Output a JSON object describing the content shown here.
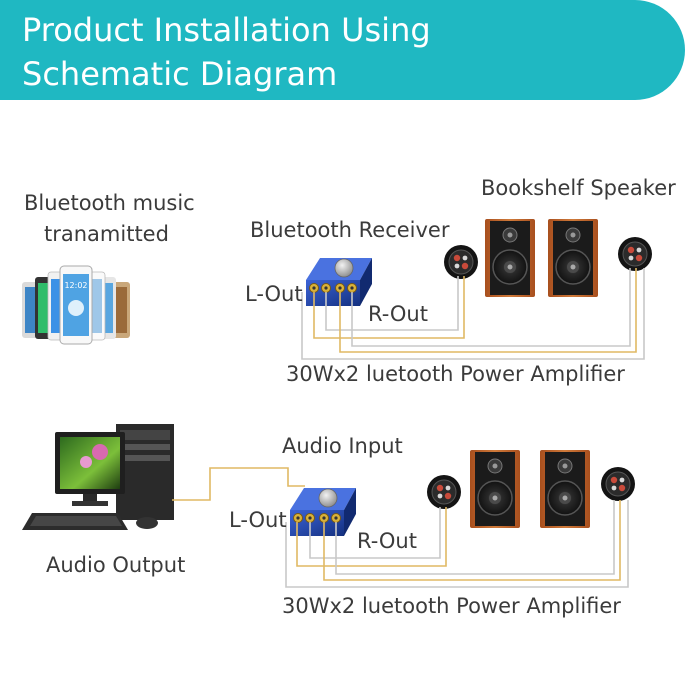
{
  "header": {
    "title_line1": "Product Installation Using",
    "title_line2": "Schematic Diagram",
    "background_color": "#1fb8c2"
  },
  "top_section": {
    "source_label_line1": "Bluetooth music",
    "source_label_line2": "tranamitted",
    "receiver_label": "Bluetooth Receiver",
    "speaker_label": "Bookshelf Speaker",
    "left_out_label": "L-Out",
    "right_out_label": "R-Out",
    "amplifier_label": "30Wx2 luetooth Power Amplifier"
  },
  "bottom_section": {
    "input_label": "Audio Input",
    "source_label": "Audio Output",
    "left_out_label": "L-Out",
    "right_out_label": "R-Out",
    "amplifier_label": "30Wx2 luetooth Power Amplifier"
  },
  "wire_color": "#e0b964",
  "wire_color_alt": "#c8c8c8",
  "amplifier_color": "#1d3fa8",
  "speaker_wood_color": "#c0662a"
}
